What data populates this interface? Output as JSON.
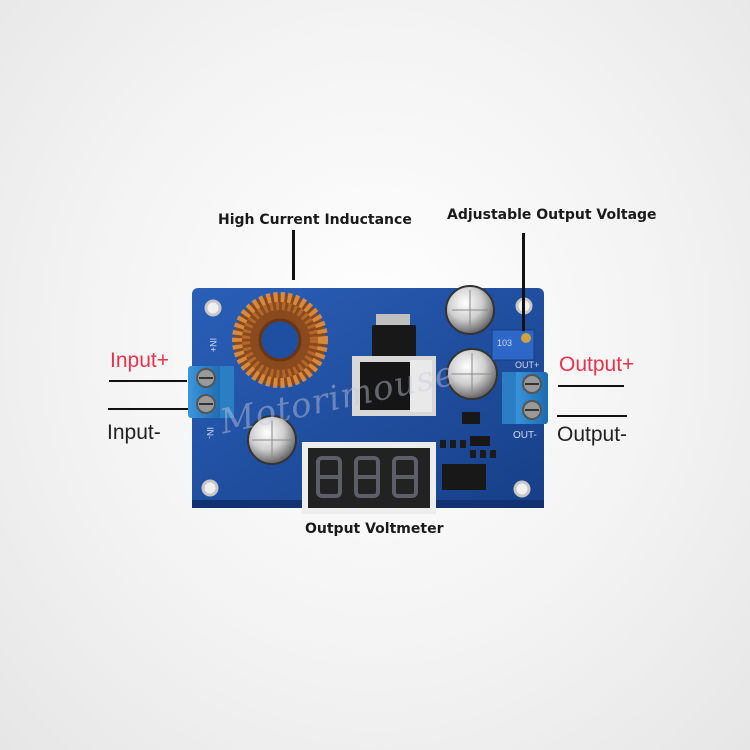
{
  "labels": {
    "inductance": "High Current Inductance",
    "adjustable": "Adjustable Output Voltage",
    "voltmeter": "Output Voltmeter",
    "input_plus": "Input+",
    "input_minus": "Input-",
    "output_plus": "Output+",
    "output_minus": "Output-"
  },
  "board_silkscreen": {
    "in_plus": "IN+",
    "in_minus": "IN-",
    "out_plus": "OUT+",
    "out_minus": "OUT-",
    "pot_code": "103"
  },
  "watermark": "Motorimouse",
  "colors": {
    "board": "#1f4fa0",
    "plus_label": "#e8334a",
    "minus_label": "#222222",
    "terminal": "#2a7fc6",
    "display_segment": "#d8d8e0"
  }
}
